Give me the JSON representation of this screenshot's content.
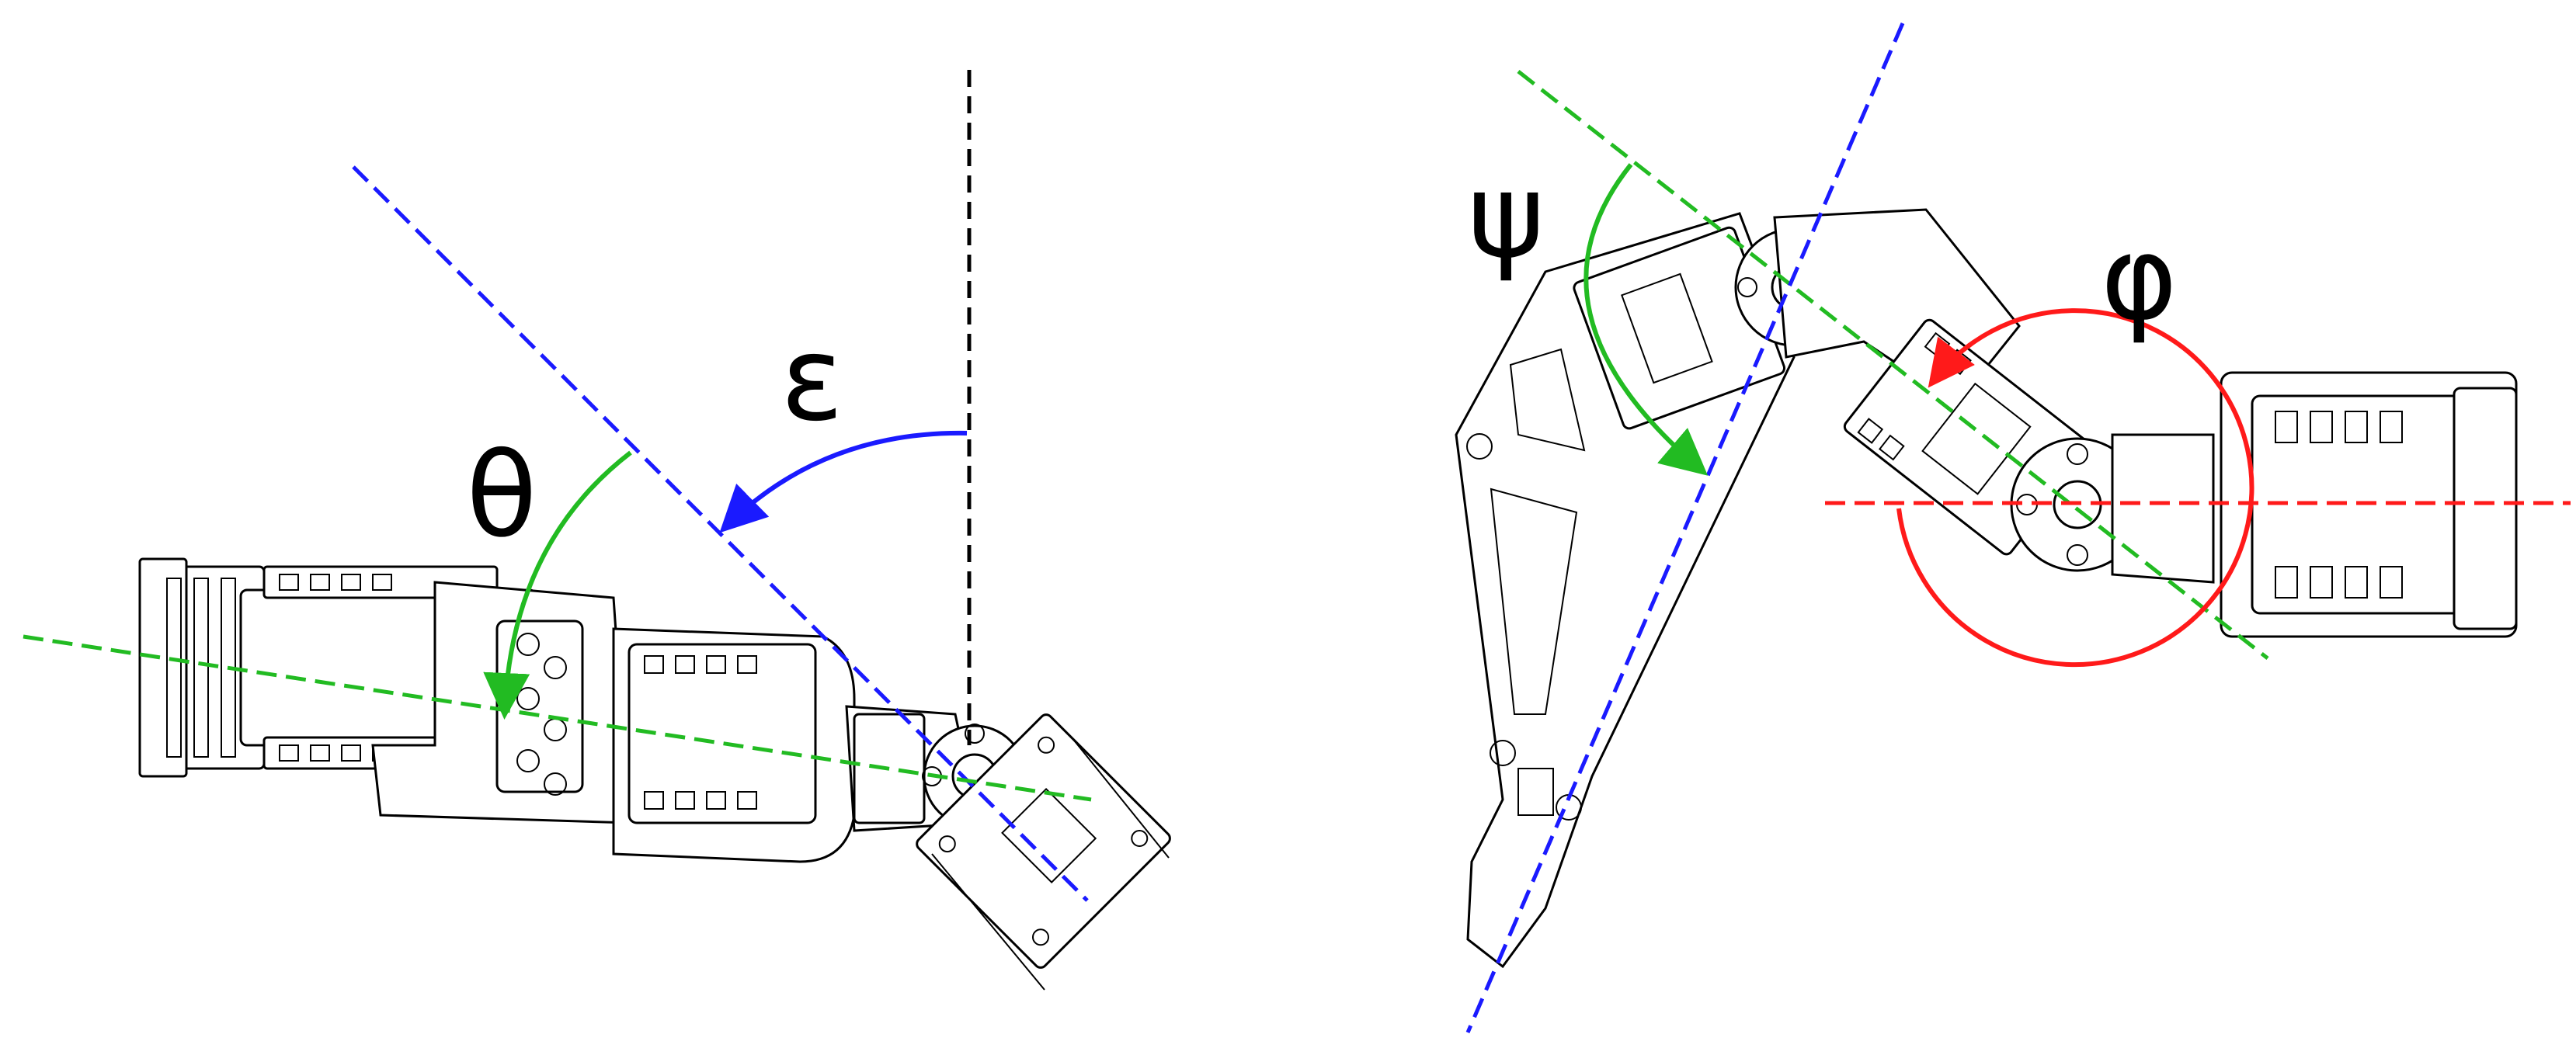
{
  "labels": {
    "epsilon": "ε",
    "theta": "θ",
    "psi": "ψ",
    "phi": "φ"
  },
  "colors": {
    "epsilon_axis": "#1a1aff",
    "theta_axis": "#22bb22",
    "vertical_axis": "#000000",
    "psi_axis": "#22bb22",
    "phi_axis": "#ff1a1a",
    "outline": "#000000"
  }
}
